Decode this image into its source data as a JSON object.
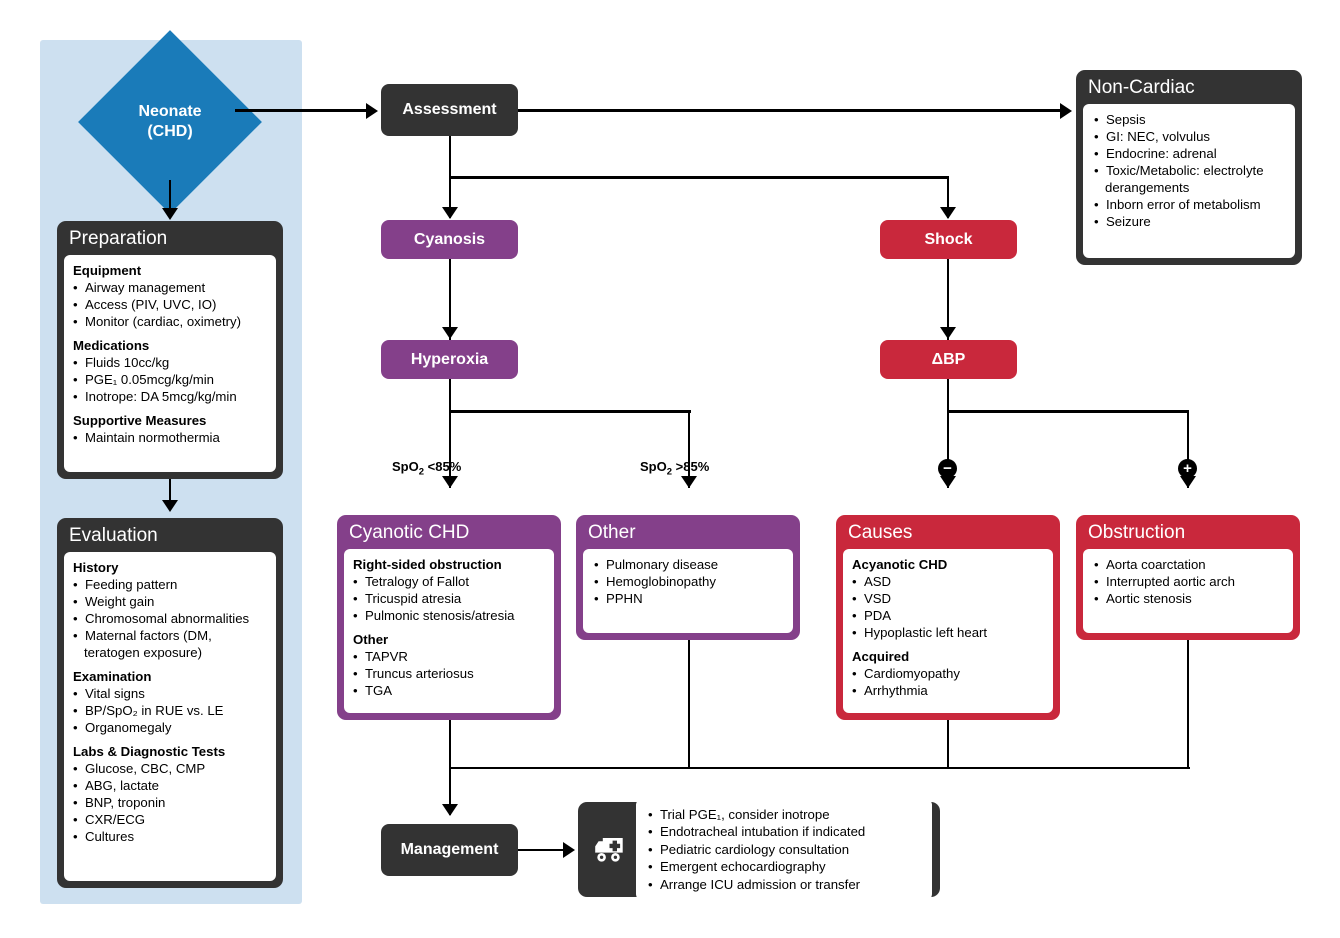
{
  "colors": {
    "dark": "#333333",
    "purple": "#84408a",
    "red": "#c9283c",
    "blue": "#1a7bb9",
    "panel_blue": "#cde0f0",
    "white": "#ffffff",
    "line": "#000000"
  },
  "start": {
    "line1": "Neonate",
    "line2": "(CHD)"
  },
  "nodes": {
    "assessment": "Assessment",
    "cyanosis": "Cyanosis",
    "hyperoxia": "Hyperoxia",
    "shock": "Shock",
    "dbp": "ΔBP",
    "management": "Management"
  },
  "edge_labels": {
    "spo2_low_a": "SpO",
    "spo2_low_sub": "2",
    "spo2_low_b": " <85%",
    "spo2_high_a": "SpO",
    "spo2_high_sub": "2",
    "spo2_high_b": " >85%",
    "minus": "−",
    "plus": "+"
  },
  "preparation": {
    "title": "Preparation",
    "groups": [
      {
        "heading": "Equipment",
        "items": [
          "Airway management",
          "Access (PIV, UVC, IO)",
          "Monitor (cardiac, oximetry)"
        ]
      },
      {
        "heading": "Medications",
        "items": [
          "Fluids 10cc/kg",
          "PGE₁ 0.05mcg/kg/min",
          "Inotrope: DA 5mcg/kg/min"
        ]
      },
      {
        "heading": "Supportive Measures",
        "items": [
          "Maintain normothermia"
        ]
      }
    ]
  },
  "evaluation": {
    "title": "Evaluation",
    "groups": [
      {
        "heading": "History",
        "items": [
          "Feeding pattern",
          "Weight gain",
          "Chromosomal abnormalities",
          "Maternal factors (DM, teratogen exposure)"
        ]
      },
      {
        "heading": "Examination",
        "items": [
          "Vital signs",
          "BP/SpO₂ in RUE vs. LE",
          "Organomegaly"
        ]
      },
      {
        "heading": "Labs & Diagnostic Tests",
        "items": [
          "Glucose, CBC, CMP",
          "ABG, lactate",
          "BNP, troponin",
          "CXR/ECG",
          "Cultures"
        ]
      }
    ]
  },
  "non_cardiac": {
    "title": "Non-Cardiac",
    "items": [
      "Sepsis",
      "GI: NEC, volvulus",
      "Endocrine: adrenal",
      "Toxic/Metabolic: electrolyte derangements",
      "Inborn error of metabolism",
      "Seizure"
    ]
  },
  "cyanotic_chd": {
    "title": "Cyanotic CHD",
    "groups": [
      {
        "heading": "Right-sided obstruction",
        "items": [
          "Tetralogy of Fallot",
          "Tricuspid atresia",
          "Pulmonic stenosis/atresia"
        ]
      },
      {
        "heading": "Other",
        "items": [
          "TAPVR",
          "Truncus arteriosus",
          "TGA"
        ]
      }
    ]
  },
  "other_cyanosis": {
    "title": "Other",
    "items": [
      "Pulmonary disease",
      "Hemoglobinopathy",
      "PPHN"
    ]
  },
  "causes": {
    "title": "Causes",
    "groups": [
      {
        "heading": "Acyanotic CHD",
        "items": [
          "ASD",
          "VSD",
          "PDA",
          "Hypoplastic left heart"
        ]
      },
      {
        "heading": "Acquired",
        "items": [
          "Cardiomyopathy",
          "Arrhythmia"
        ]
      }
    ]
  },
  "obstruction": {
    "title": "Obstruction",
    "items": [
      "Aorta coarctation",
      "Interrupted aortic arch",
      "Aortic stenosis"
    ]
  },
  "management_panel": {
    "icon": "ambulance-icon",
    "items": [
      "Trial PGE₁, consider inotrope",
      "Endotracheal intubation if indicated",
      "Pediatric cardiology consultation",
      "Emergent echocardiography",
      "Arrange ICU admission or transfer"
    ]
  }
}
